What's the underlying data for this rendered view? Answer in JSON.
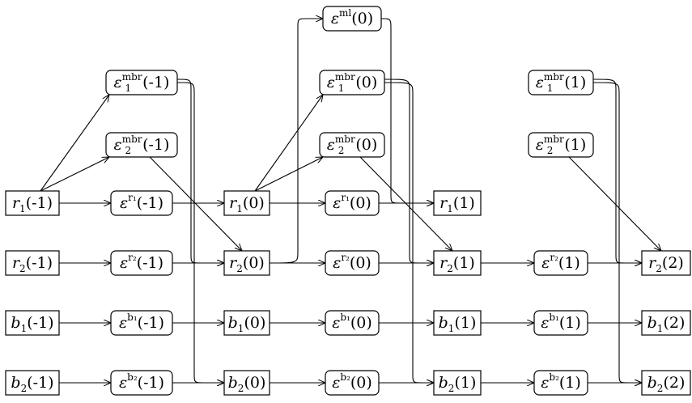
{
  "nodes": {
    "r1m1": {
      "base": "r",
      "sub": "1",
      "arg": "(-1)"
    },
    "r2m1": {
      "base": "r",
      "sub": "2",
      "arg": "(-1)"
    },
    "b1m1": {
      "base": "b",
      "sub": "1",
      "arg": "(-1)"
    },
    "b2m1": {
      "base": "b",
      "sub": "2",
      "arg": "(-1)"
    },
    "emb1m1": {
      "base": "ε",
      "sub": "1",
      "sup": "mbr",
      "arg": "(-1)"
    },
    "emb2m1": {
      "base": "ε",
      "sub": "2",
      "sup": "mbr",
      "arg": "(-1)"
    },
    "er1m1": {
      "base": "ε",
      "sup": "r₁",
      "arg": "(-1)"
    },
    "er2m1": {
      "base": "ε",
      "sup": "r₂",
      "arg": "(-1)"
    },
    "eb1m1": {
      "base": "ε",
      "sup": "b₁",
      "arg": "(-1)"
    },
    "eb2m1": {
      "base": "ε",
      "sup": "b₂",
      "arg": "(-1)"
    },
    "r10": {
      "base": "r",
      "sub": "1",
      "arg": "(0)"
    },
    "r20": {
      "base": "r",
      "sub": "2",
      "arg": "(0)"
    },
    "b10": {
      "base": "b",
      "sub": "1",
      "arg": "(0)"
    },
    "b20": {
      "base": "b",
      "sub": "2",
      "arg": "(0)"
    },
    "eml0": {
      "base": "ε",
      "sup": "ml",
      "arg": "(0)"
    },
    "emb10": {
      "base": "ε",
      "sub": "1",
      "sup": "mbr",
      "arg": "(0)"
    },
    "emb20": {
      "base": "ε",
      "sub": "2",
      "sup": "mbr",
      "arg": "(0)"
    },
    "er10": {
      "base": "ε",
      "sup": "r₁",
      "arg": "(0)"
    },
    "er20": {
      "base": "ε",
      "sup": "r₂",
      "arg": "(0)"
    },
    "eb10": {
      "base": "ε",
      "sup": "b₁",
      "arg": "(0)"
    },
    "eb20": {
      "base": "ε",
      "sup": "b₂",
      "arg": "(0)"
    },
    "r11": {
      "base": "r",
      "sub": "1",
      "arg": "(1)"
    },
    "r21": {
      "base": "r",
      "sub": "2",
      "arg": "(1)"
    },
    "b11": {
      "base": "b",
      "sub": "1",
      "arg": "(1)"
    },
    "b21": {
      "base": "b",
      "sub": "2",
      "arg": "(1)"
    },
    "emb11": {
      "base": "ε",
      "sub": "1",
      "sup": "mbr",
      "arg": "(1)"
    },
    "emb21": {
      "base": "ε",
      "sub": "2",
      "sup": "mbr",
      "arg": "(1)"
    },
    "er21": {
      "base": "ε",
      "sup": "r₂",
      "arg": "(1)"
    },
    "eb11": {
      "base": "ε",
      "sup": "b₁",
      "arg": "(1)"
    },
    "eb21": {
      "base": "ε",
      "sup": "b₂",
      "arg": "(1)"
    },
    "r22": {
      "base": "r",
      "sub": "2",
      "arg": "(2)"
    },
    "b12": {
      "base": "b",
      "sub": "1",
      "arg": "(2)"
    },
    "b22": {
      "base": "b",
      "sub": "2",
      "arg": "(2)"
    }
  },
  "edges": [
    [
      "r1m1",
      "er1m1"
    ],
    [
      "er1m1",
      "r10"
    ],
    [
      "r10",
      "er10"
    ],
    [
      "er10",
      "r11"
    ],
    [
      "r2m1",
      "er2m1"
    ],
    [
      "er2m1",
      "r20"
    ],
    [
      "r20",
      "er20"
    ],
    [
      "er20",
      "r21"
    ],
    [
      "r21",
      "er21"
    ],
    [
      "er21",
      "r22"
    ],
    [
      "b1m1",
      "eb1m1"
    ],
    [
      "eb1m1",
      "b10"
    ],
    [
      "b10",
      "eb10"
    ],
    [
      "eb10",
      "b11"
    ],
    [
      "b11",
      "eb11"
    ],
    [
      "eb11",
      "b12"
    ],
    [
      "b2m1",
      "eb2m1"
    ],
    [
      "eb2m1",
      "b20"
    ],
    [
      "b20",
      "eb20"
    ],
    [
      "eb20",
      "b21"
    ],
    [
      "b21",
      "eb21"
    ],
    [
      "eb21",
      "b22"
    ],
    [
      "r1m1",
      "emb1m1"
    ],
    [
      "r1m1",
      "emb2m1"
    ],
    [
      "r10",
      "emb10"
    ],
    [
      "r10",
      "emb20"
    ],
    [
      "emb2m1",
      "r20"
    ],
    [
      "emb20",
      "r21"
    ],
    [
      "emb21",
      "r22"
    ],
    [
      "r20",
      "eml0"
    ],
    [
      "eml0",
      "r11"
    ],
    [
      "emb1m1",
      "r20"
    ],
    [
      "emb1m1",
      "b20"
    ],
    [
      "emb10",
      "r21"
    ],
    [
      "emb10",
      "b21"
    ],
    [
      "emb11",
      "r22"
    ],
    [
      "emb11",
      "b22"
    ]
  ]
}
